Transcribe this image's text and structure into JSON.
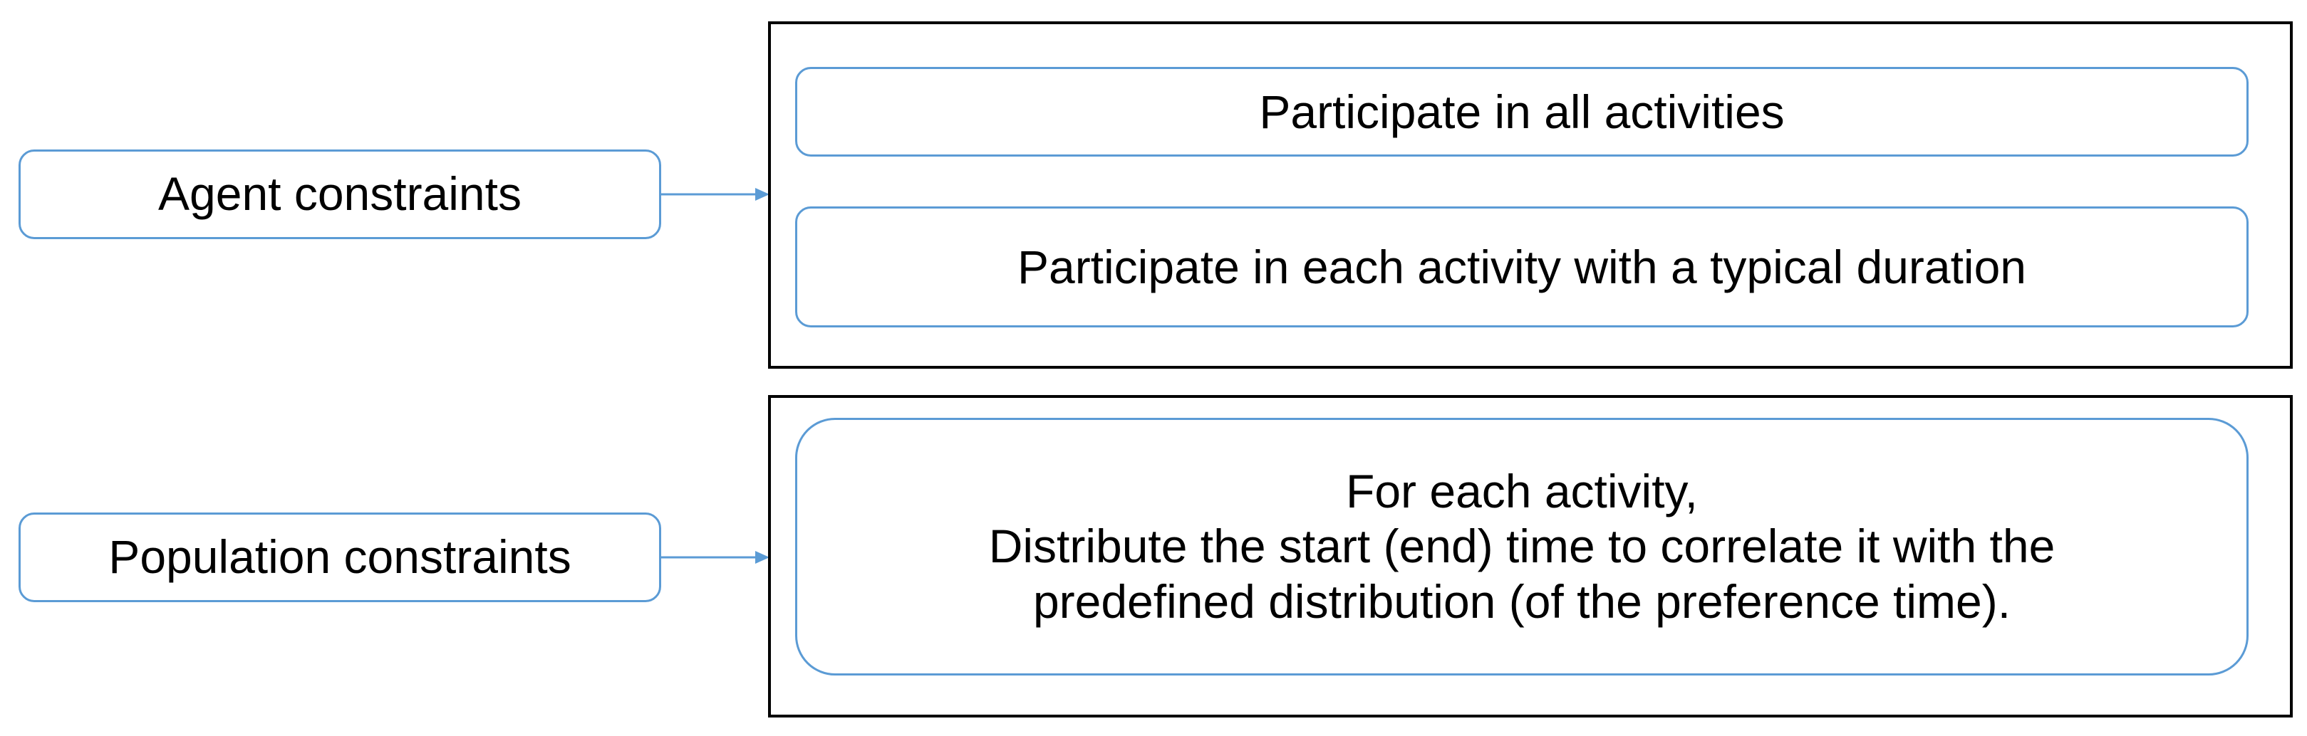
{
  "constraints": {
    "agent": {
      "label": "Agent constraints",
      "items": [
        "Participate in all activities",
        "Participate in each activity with a typical duration"
      ]
    },
    "population": {
      "label": "Population constraints",
      "lines": [
        "For each activity,",
        "Distribute the start (end) time to correlate it with the",
        "predefined distribution (of the preference time)."
      ]
    }
  },
  "colors": {
    "box_border": "#5b9bd5",
    "arrow": "#5b9bd5",
    "frame_border": "#000000",
    "text": "#000000"
  }
}
